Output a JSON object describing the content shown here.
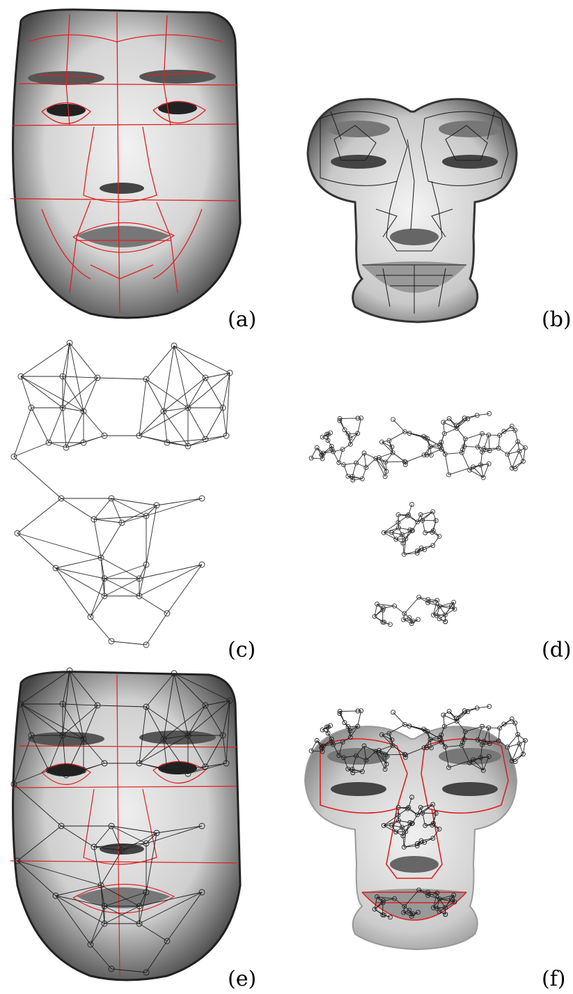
{
  "figure": {
    "panels": [
      {
        "id": "a",
        "label": "(a)"
      },
      {
        "id": "b",
        "label": "(b)"
      },
      {
        "id": "c",
        "label": "(c)"
      },
      {
        "id": "d",
        "label": "(d)"
      },
      {
        "id": "e",
        "label": "(e)"
      },
      {
        "id": "f",
        "label": "(f)"
      }
    ]
  },
  "colors": {
    "region_boundary": "#e02020",
    "mesh_edge": "#2a2a2a",
    "node": "#333333",
    "face_dark": "#3a3a3a",
    "face_light": "#e6e6e6"
  }
}
